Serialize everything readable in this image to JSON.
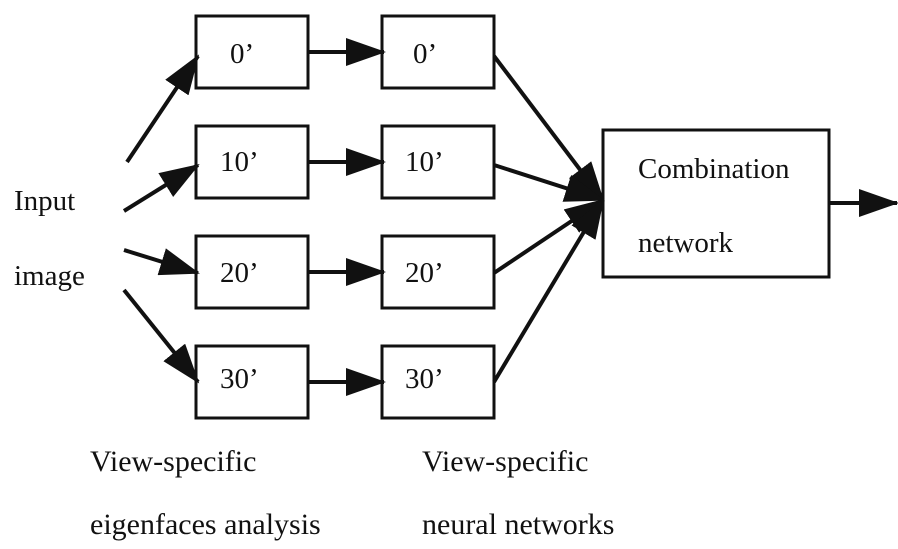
{
  "input_label": {
    "line1": "Input",
    "line2": "image"
  },
  "eigen_column": {
    "boxes": [
      "0’",
      "10’",
      "20’",
      "30’"
    ],
    "caption": {
      "line1": "View-specific",
      "line2": "eigenfaces analysis"
    }
  },
  "neural_column": {
    "boxes": [
      "0’",
      "10’",
      "20’",
      "30’"
    ],
    "caption": {
      "line1": "View-specific",
      "line2": "neural networks"
    }
  },
  "combination": {
    "line1": "Combination",
    "line2": "network"
  },
  "colors": {
    "stroke": "#111111",
    "background": "#ffffff"
  }
}
